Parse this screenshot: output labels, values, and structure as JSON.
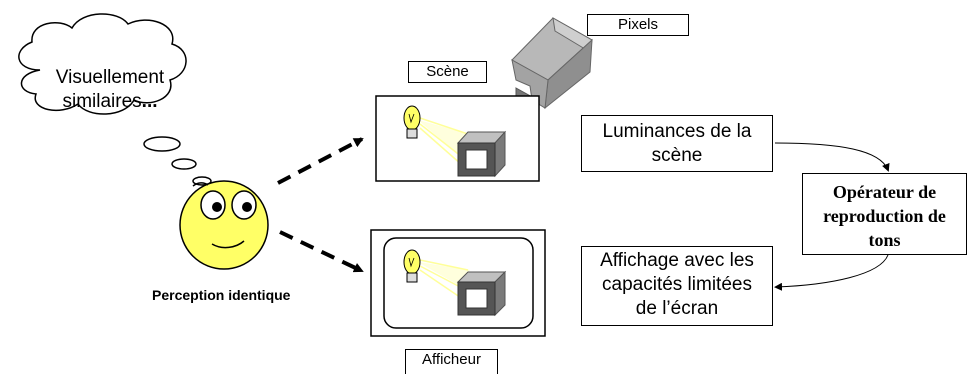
{
  "cloud": {
    "text_line1": "Visuellement",
    "text_line2": "similaires",
    "text_dots": "..."
  },
  "face": {
    "caption": "Perception identique"
  },
  "scene": {
    "label": "Scène"
  },
  "camera": {
    "label": "Pixels"
  },
  "display": {
    "label": "Afficheur"
  },
  "luminances": {
    "line1": "Luminances de la",
    "line2": "scène"
  },
  "operator": {
    "line1": "Opérateur de",
    "line2": "reproduction de",
    "line3": "tons"
  },
  "output": {
    "line1": "Affichage avec les",
    "line2": "capacités limitées",
    "line3": "de l’écran"
  },
  "colors": {
    "face": "#ffff66",
    "bulb": "#ffff66",
    "light_ray": "#ffff99",
    "camera": "#999999"
  }
}
